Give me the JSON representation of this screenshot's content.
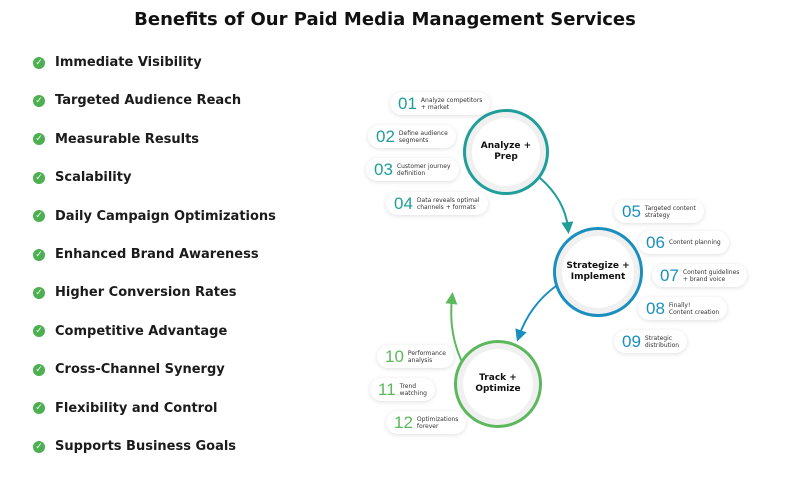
{
  "title": "Benefits of Our Paid Media Management Services",
  "benefits": [
    "Immediate Visibility",
    "Targeted Audience Reach",
    "Measurable Results",
    "Scalability",
    "Daily Campaign Optimizations",
    "Enhanced Brand Awareness",
    "Higher Conversion Rates",
    "Competitive Advantage",
    "Cross-Channel Synergy",
    "Flexibility and Control",
    "Supports Business Goals"
  ],
  "colors": {
    "teal": "#1f9e9a",
    "blue": "#1a8fbf",
    "green": "#5cb85c",
    "check": "#4caf50"
  },
  "stages": [
    {
      "label": "Analyze +\nPrep"
    },
    {
      "label": "Strategize +\nImplement"
    },
    {
      "label": "Track +\nOptimize"
    }
  ],
  "steps": [
    {
      "num": "01",
      "text": "Analyze competitors\n+ market"
    },
    {
      "num": "02",
      "text": "Define audience\nsegments"
    },
    {
      "num": "03",
      "text": "Customer journey\ndefinition"
    },
    {
      "num": "04",
      "text": "Data reveals optimal\nchannels + formats"
    },
    {
      "num": "05",
      "text": "Targeted content\nstrategy"
    },
    {
      "num": "06",
      "text": "Content planning"
    },
    {
      "num": "07",
      "text": "Content guidelines\n+ brand voice"
    },
    {
      "num": "08",
      "text": "Finally!\nContent creation"
    },
    {
      "num": "09",
      "text": "Strategic\ndistribution"
    },
    {
      "num": "10",
      "text": "Performance\nanalysis"
    },
    {
      "num": "11",
      "text": "Trend\nwatching"
    },
    {
      "num": "12",
      "text": "Optimizations\nforever"
    }
  ]
}
